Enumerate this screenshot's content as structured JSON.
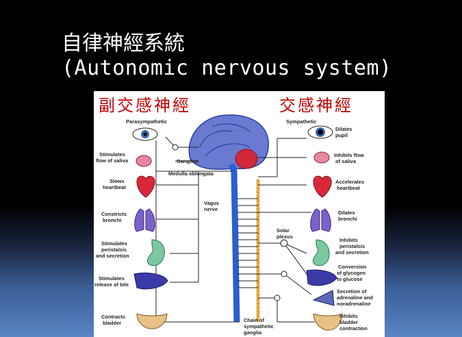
{
  "title": {
    "chinese": "自律神經系統",
    "english": "(Autonomic nervous system)"
  },
  "divisions": {
    "parasympathetic_cn": "副交感神經",
    "sympathetic_cn": "交感神經",
    "parasympathetic_en": "Parasympathetic",
    "sympathetic_en": "Sympathetic"
  },
  "structures": {
    "ganglion": "Ganglion",
    "medulla": "Medulla oblongata",
    "vagus_1": "Vagus",
    "vagus_2": "nerve",
    "solar_1": "Solar",
    "solar_2": "plexus",
    "chain_1": "Chain of",
    "chain_2": "sympathetic",
    "chain_3": "ganglia"
  },
  "parasympathetic_effects": [
    [
      "Stimulates",
      "flow of saliva"
    ],
    [
      "Slows",
      "heartbeat"
    ],
    [
      "Constricts",
      "bronchi"
    ],
    [
      "Stimulates",
      "peristalsis",
      "and secretion"
    ],
    [
      "Stimulates",
      "release of bile"
    ],
    [
      "Contracts",
      "bladder"
    ]
  ],
  "sympathetic_effects": [
    [
      "Dilates",
      "pupil"
    ],
    [
      "Inhibits flow",
      "of saliva"
    ],
    [
      "Accelerates",
      "heartbeat"
    ],
    [
      "Dilates",
      "bronchi"
    ],
    [
      "Inhibits",
      "peristalsis",
      "and secretion"
    ],
    [
      "Conversion",
      "of glycogen",
      "to glucose"
    ],
    [
      "Secretion of",
      "adrenaline and",
      "noradrenaline"
    ],
    [
      "Inhibits",
      "bladder",
      "contraction"
    ]
  ],
  "colors": {
    "nerve": "#2a3f9e",
    "spinal_cord": "#2a5fd0",
    "brain": "#4a5fb0",
    "cerebellum": "#d0283a",
    "chain": "#e8b048",
    "heart": "#d8283a",
    "lungs": "#7a62c8",
    "stomach": "#7ac8a0",
    "liver": "#3a3aa8",
    "label_red": "#c00000"
  }
}
